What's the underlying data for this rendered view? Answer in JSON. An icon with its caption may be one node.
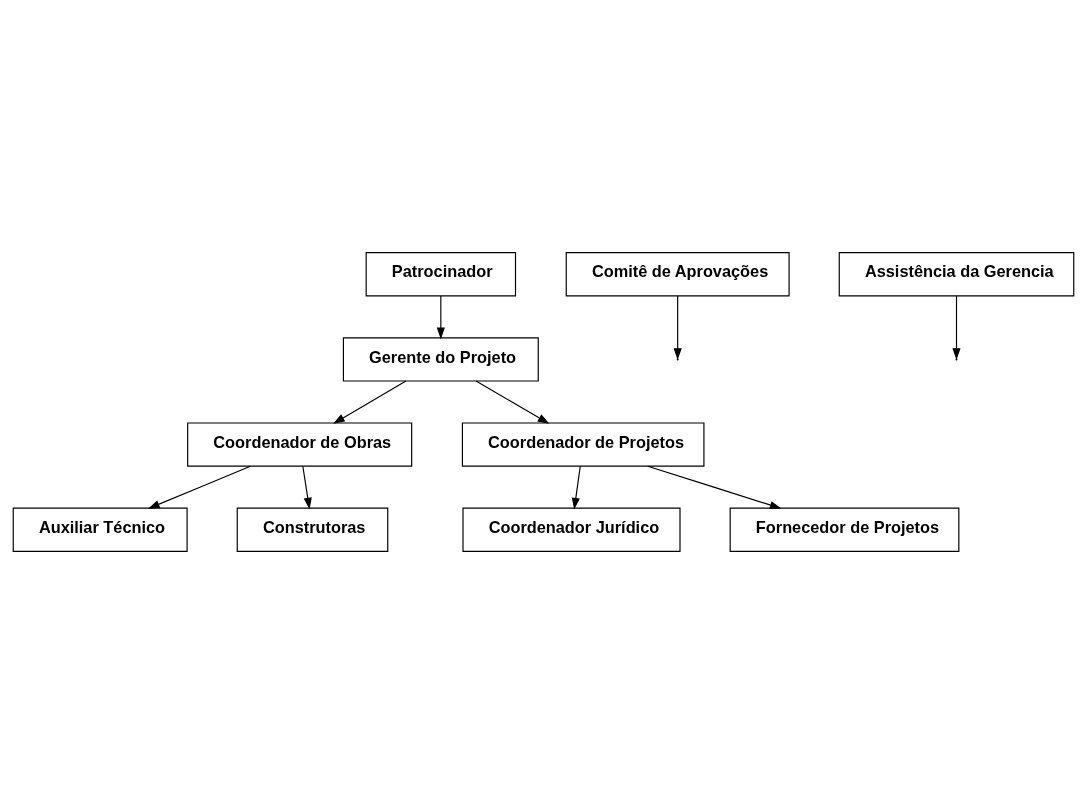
{
  "diagram": {
    "nodes": [
      {
        "text": [
          "Patrocinador"
        ]
      },
      {
        "text": [
          "Comitê de Aprovações"
        ]
      },
      {
        "text": [
          "Gerente do Projeto"
        ]
      },
      {
        "text": [
          "Assistência da Gerencia"
        ]
      },
      {
        "text": [
          "Coordenador de Obras"
        ]
      },
      {
        "text": [
          "Coordenador de Projetos"
        ]
      },
      {
        "text": [
          "Auxiliar Técnico"
        ]
      },
      {
        "text": [
          "Construtoras"
        ]
      },
      {
        "text": [
          "Coordenador Jurídico"
        ]
      },
      {
        "text": [
          "Fornecedor de Projetos"
        ]
      }
    ],
    "edges": [
      {
        "from": 0,
        "to": 2,
        "arrow": "to"
      },
      {
        "from": 1,
        "to": null,
        "arrow": "to"
      },
      {
        "from": 3,
        "to": null,
        "arrow": "to"
      },
      {
        "from": 2,
        "to": 4,
        "arrow": "to"
      },
      {
        "from": 2,
        "to": 5,
        "arrow": "to"
      },
      {
        "from": 4,
        "to": 6,
        "arrow": "to"
      },
      {
        "from": 4,
        "to": 7,
        "arrow": "to"
      },
      {
        "from": 5,
        "to": 8,
        "arrow": "to"
      },
      {
        "from": 5,
        "to": 9,
        "arrow": "to"
      }
    ]
  }
}
